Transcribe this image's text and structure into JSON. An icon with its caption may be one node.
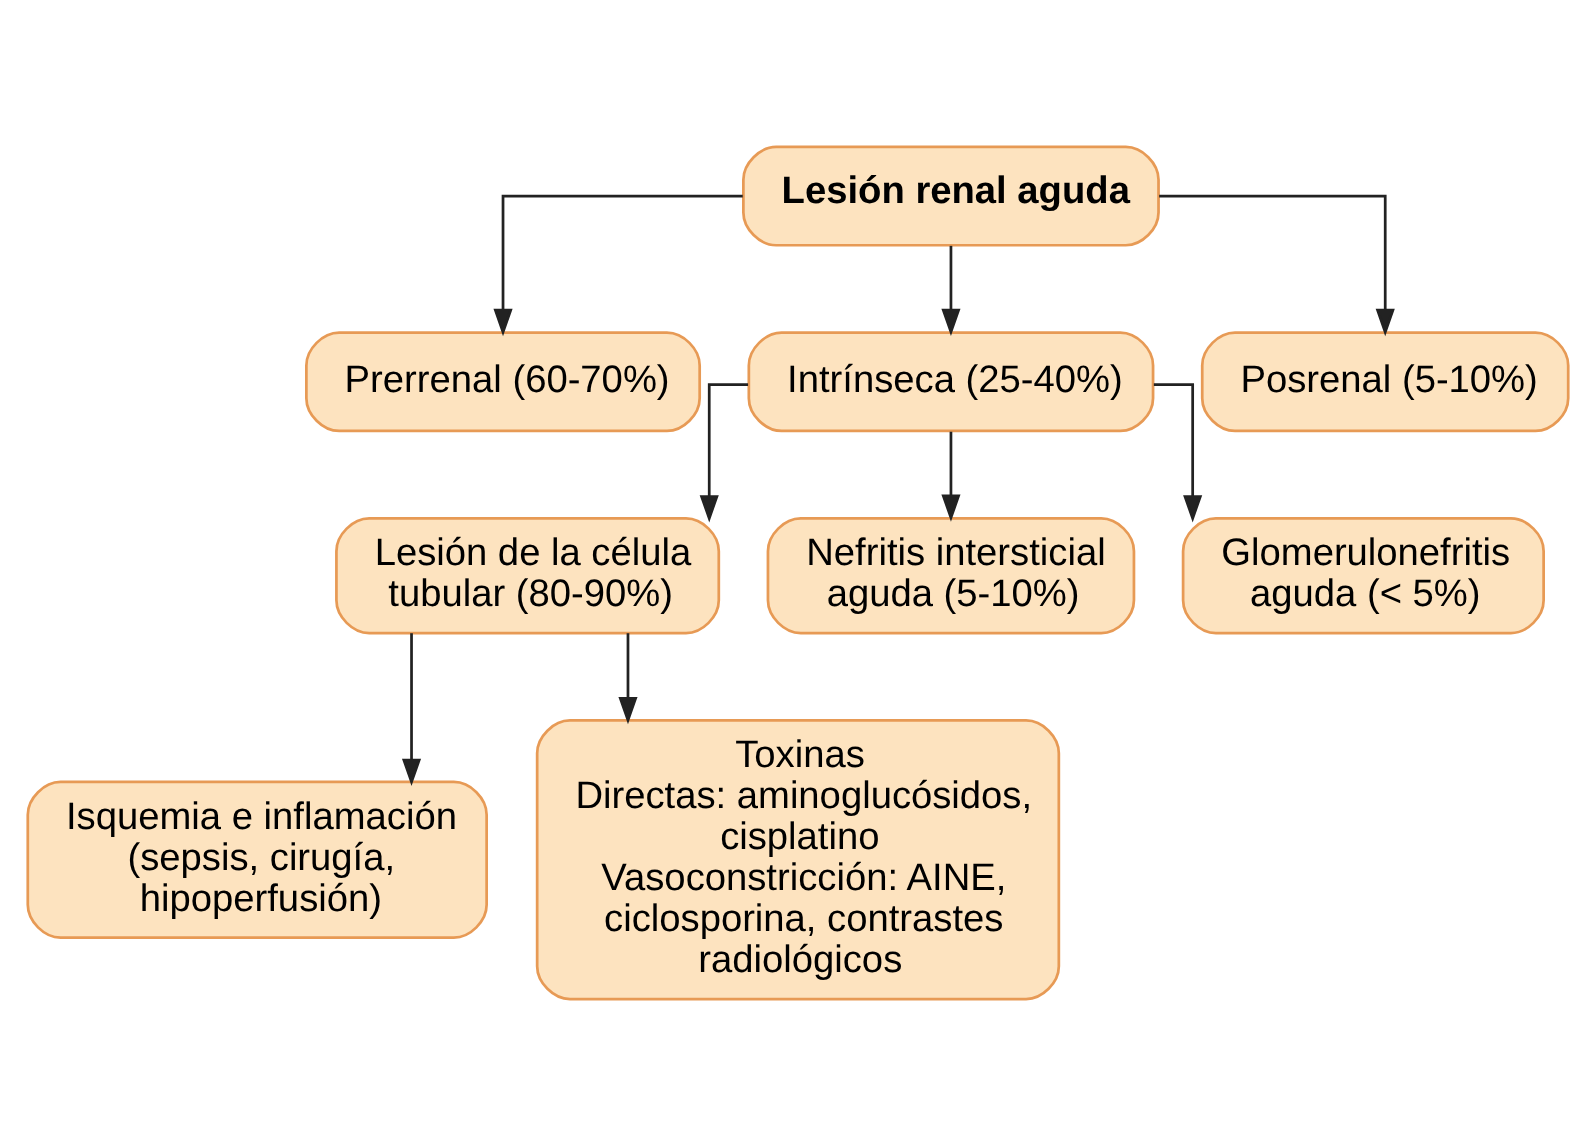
{
  "diagram": {
    "nodes": [
      {
        "text": [
          "Lesión renal aguda"
        ]
      },
      {
        "text": [
          "Prerrenal (60-70%)"
        ]
      },
      {
        "text": [
          "Intrínseca (25-40%)"
        ]
      },
      {
        "text": [
          "Posrenal (5-10%)"
        ]
      },
      {
        "text": [
          "Lesión de la célula tubular (80-90%)"
        ]
      },
      {
        "text": [
          "Nefritis intersticial aguda (5-10%)"
        ]
      },
      {
        "text": [
          "Glomerulonefritis aguda (< 5%)"
        ]
      },
      {
        "text": [
          "Isquemia e inflamación (sepsis, cirugía, hipoperfusión)"
        ]
      },
      {
        "text": [
          "Toxinas",
          "Directas: aminoglucósidos, cisplatino",
          "Vasoconstricción: AINE, ciclosporina, contrastes radiológicos"
        ]
      }
    ],
    "edges": [
      {
        "from": 0,
        "to": 1,
        "arrow": "to"
      },
      {
        "from": 0,
        "to": 2,
        "arrow": "to"
      },
      {
        "from": 0,
        "to": 3,
        "arrow": "to"
      },
      {
        "from": 2,
        "to": 4,
        "arrow": "to"
      },
      {
        "from": 2,
        "to": 5,
        "arrow": "to"
      },
      {
        "from": 2,
        "to": 6,
        "arrow": "to"
      },
      {
        "from": 4,
        "to": 7,
        "arrow": "to"
      },
      {
        "from": 4,
        "to": 8,
        "arrow": "to"
      }
    ]
  }
}
